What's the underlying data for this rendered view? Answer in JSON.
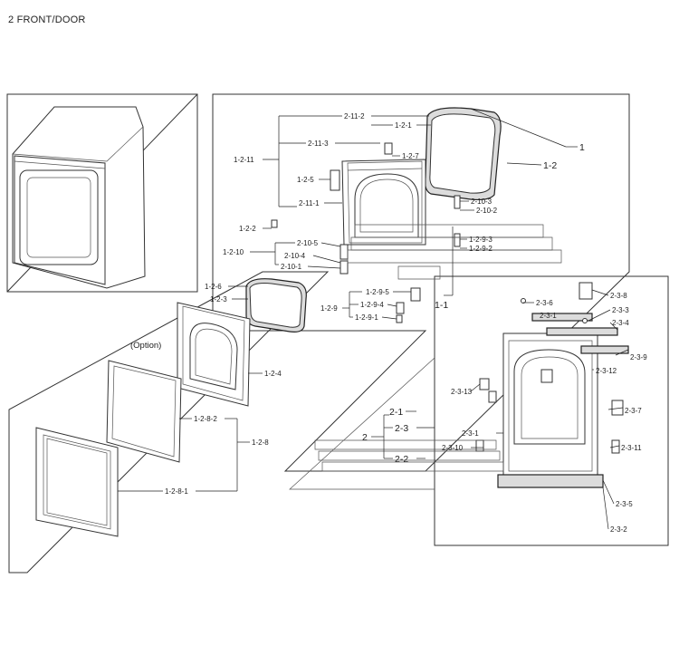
{
  "page_title": "2 FRONT/DOOR",
  "option_label": "(Option)",
  "callouts": {
    "c_1": "1",
    "c_1_1": "1-1",
    "c_1_2": "1-2",
    "c_1_2_1": "1-2-1",
    "c_1_2_2": "1-2-2",
    "c_1_2_3": "1-2-3",
    "c_1_2_4": "1-2-4",
    "c_1_2_5": "1-2-5",
    "c_1_2_6": "1-2-6",
    "c_1_2_7": "1-2-7",
    "c_1_2_8": "1-2-8",
    "c_1_2_8_1": "1-2-8-1",
    "c_1_2_8_2": "1-2-8-2",
    "c_1_2_9": "1-2-9",
    "c_1_2_9_1": "1-2-9-1",
    "c_1_2_9_2": "1-2-9-2",
    "c_1_2_9_3": "1-2-9-3",
    "c_1_2_9_4": "1-2-9-4",
    "c_1_2_9_5": "1-2-9-5",
    "c_1_2_10": "1-2-10",
    "c_1_2_11": "1-2-11",
    "c_2_10_1": "2-10-1",
    "c_2_10_2": "2-10-2",
    "c_2_10_3": "2-10-3",
    "c_2_10_4": "2-10-4",
    "c_2_10_5": "2-10-5",
    "c_2_11_1": "2-11-1",
    "c_2_11_2": "2-11-2",
    "c_2_11_3": "2-11-3",
    "c_2": "2",
    "c_2_1": "2-1",
    "c_2_2": "2-2",
    "c_2_3": "2-3",
    "c_2_3_1": "2-3-1",
    "c_2_3_1b": "2-3-1",
    "c_2_3_2": "2-3-2",
    "c_2_3_3": "2-3-3",
    "c_2_3_4": "2-3-4",
    "c_2_3_5": "2-3-5",
    "c_2_3_6": "2-3-6",
    "c_2_3_7": "2-3-7",
    "c_2_3_8": "2-3-8",
    "c_2_3_9": "2-3-9",
    "c_2_3_10": "2-3-10",
    "c_2_3_11": "2-3-11",
    "c_2_3_12": "2-3-12",
    "c_2_3_13": "2-3-13"
  }
}
